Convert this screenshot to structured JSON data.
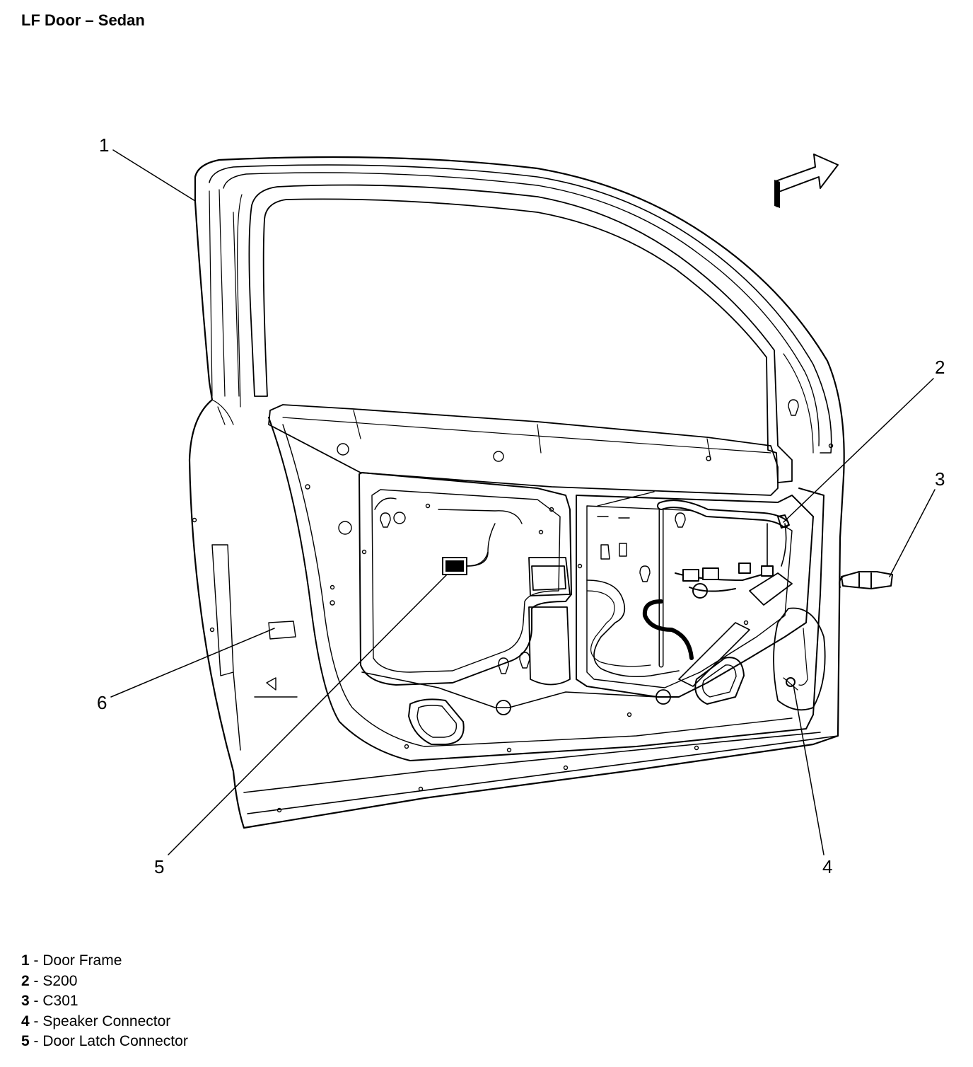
{
  "title": "LF Door – Sedan",
  "callouts": [
    "1",
    "2",
    "3",
    "4",
    "5",
    "6"
  ],
  "legend": [
    {
      "num": "1",
      "sep": " - ",
      "label": "Door Frame"
    },
    {
      "num": "2",
      "sep": " - ",
      "label": "S200"
    },
    {
      "num": "3",
      "sep": " - ",
      "label": "C301"
    },
    {
      "num": "4",
      "sep": " - ",
      "label": "Speaker Connector"
    },
    {
      "num": "5",
      "sep": " - ",
      "label": "Door Latch Connector"
    }
  ],
  "colors": {
    "line": "#000000",
    "background": "#ffffff"
  }
}
